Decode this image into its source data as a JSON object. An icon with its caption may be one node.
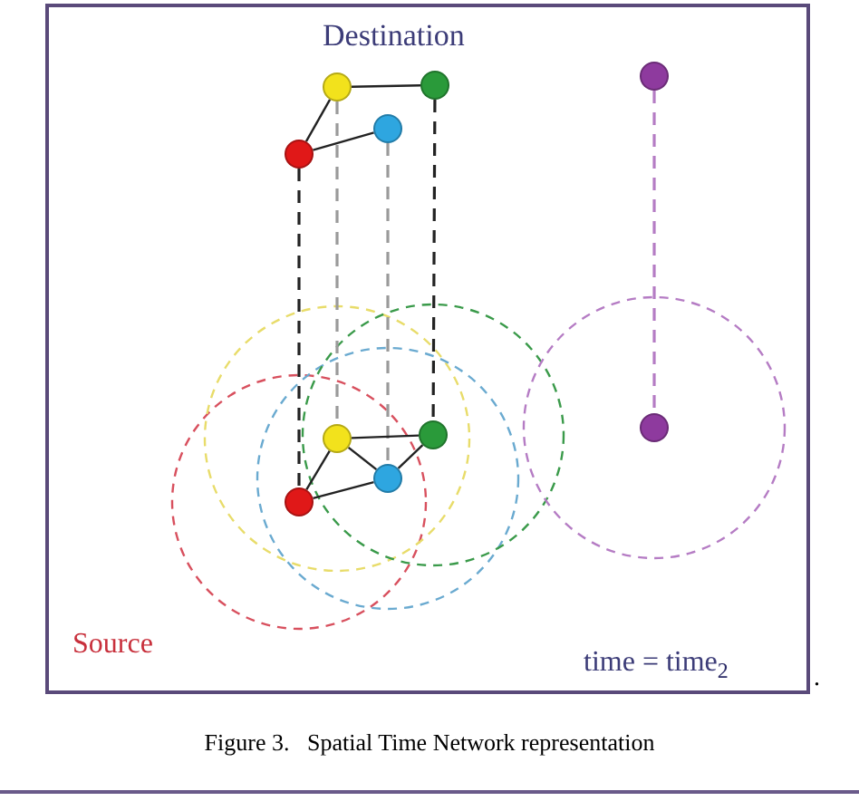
{
  "diagram": {
    "caption": "Figure 3.   Spatial Time Network representation",
    "nodes": [
      {
        "text": [],
        "shape": "circle"
      },
      {
        "text": [],
        "shape": "circle"
      },
      {
        "text": [],
        "shape": "circle"
      },
      {
        "text": [],
        "shape": "circle"
      },
      {
        "text": [],
        "shape": "circle"
      },
      {
        "text": [],
        "shape": "circle"
      },
      {
        "text": [],
        "shape": "circle"
      },
      {
        "text": [],
        "shape": "circle"
      },
      {
        "text": [],
        "shape": "circle"
      },
      {
        "text": [],
        "shape": "circle"
      }
    ],
    "edges": [
      {
        "from": 0,
        "to": 1,
        "arrow": "none"
      },
      {
        "from": 0,
        "to": 2,
        "arrow": "none"
      },
      {
        "from": 2,
        "to": 3,
        "arrow": "none"
      },
      {
        "from": 2,
        "to": 7,
        "arrow": "none",
        "style": "dashed"
      },
      {
        "from": 0,
        "to": 5,
        "arrow": "none",
        "style": "dashed",
        "color": "#9a9a9a"
      },
      {
        "from": 3,
        "to": 8,
        "arrow": "none",
        "style": "dashed",
        "color": "#9a9a9a"
      },
      {
        "from": 1,
        "to": 6,
        "arrow": "none",
        "style": "dashed"
      },
      {
        "from": 4,
        "to": 9,
        "arrow": "none",
        "style": "dashed",
        "color": "#b57cc4"
      },
      {
        "from": 5,
        "to": 6,
        "arrow": "none"
      },
      {
        "from": 5,
        "to": 7,
        "arrow": "none"
      },
      {
        "from": 5,
        "to": 8,
        "arrow": "none"
      },
      {
        "from": 7,
        "to": 8,
        "arrow": "none"
      },
      {
        "from": 8,
        "to": 6,
        "arrow": "none"
      }
    ],
    "labels": [
      "Destination",
      "Source",
      "time = time$_{2}$",
      "."
    ]
  }
}
